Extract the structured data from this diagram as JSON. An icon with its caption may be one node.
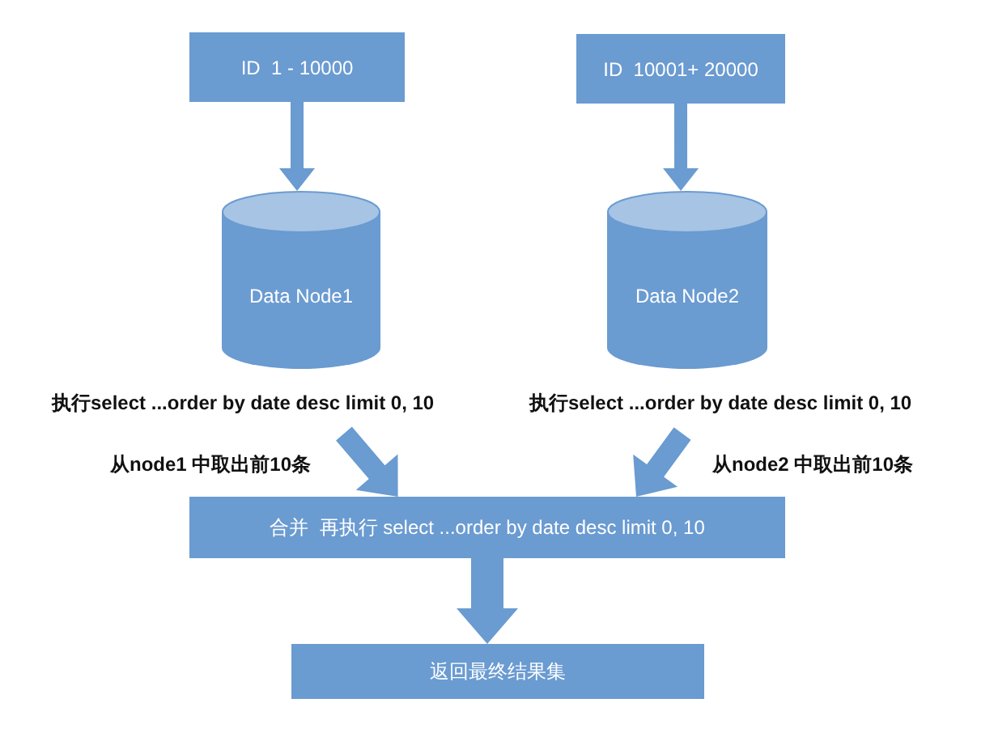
{
  "diagram": {
    "nodes": [
      {
        "text": [
          "ID  1 - 10000"
        ]
      },
      {
        "text": [
          "ID  10001+ 20000"
        ]
      },
      {
        "text": [
          "Data Node1"
        ],
        "beside": [
          "执行select ...order by date desc limit 0, 10"
        ]
      },
      {
        "text": [
          "Data Node2"
        ],
        "beside": [
          "执行select ...order by date desc limit 0, 10"
        ]
      },
      {
        "text": [
          "合并  再执行 select ...order by date desc limit 0, 10"
        ]
      },
      {
        "text": [
          "返回最终结果集"
        ]
      }
    ],
    "edges": [
      {
        "from": 0,
        "to": 2,
        "arrow": "to"
      },
      {
        "from": 1,
        "to": 3,
        "arrow": "to"
      },
      {
        "from": 2,
        "to": 4,
        "arrow": "to",
        "label": "从node1 中取出前10条"
      },
      {
        "from": 3,
        "to": 4,
        "arrow": "to",
        "label": "从node2  中取出前10条"
      },
      {
        "from": 4,
        "to": 5,
        "arrow": "to"
      }
    ]
  }
}
